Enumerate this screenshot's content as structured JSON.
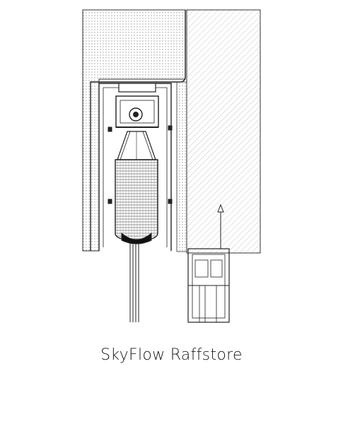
{
  "caption": {
    "title": "SkyFlow Raffstore"
  },
  "drawing": {
    "kind": "technical section drawing",
    "components": [
      "wall-insulation",
      "concrete-lintel",
      "box-housing",
      "motor-unit",
      "slat-stack",
      "guide-rails",
      "window-frame"
    ]
  }
}
